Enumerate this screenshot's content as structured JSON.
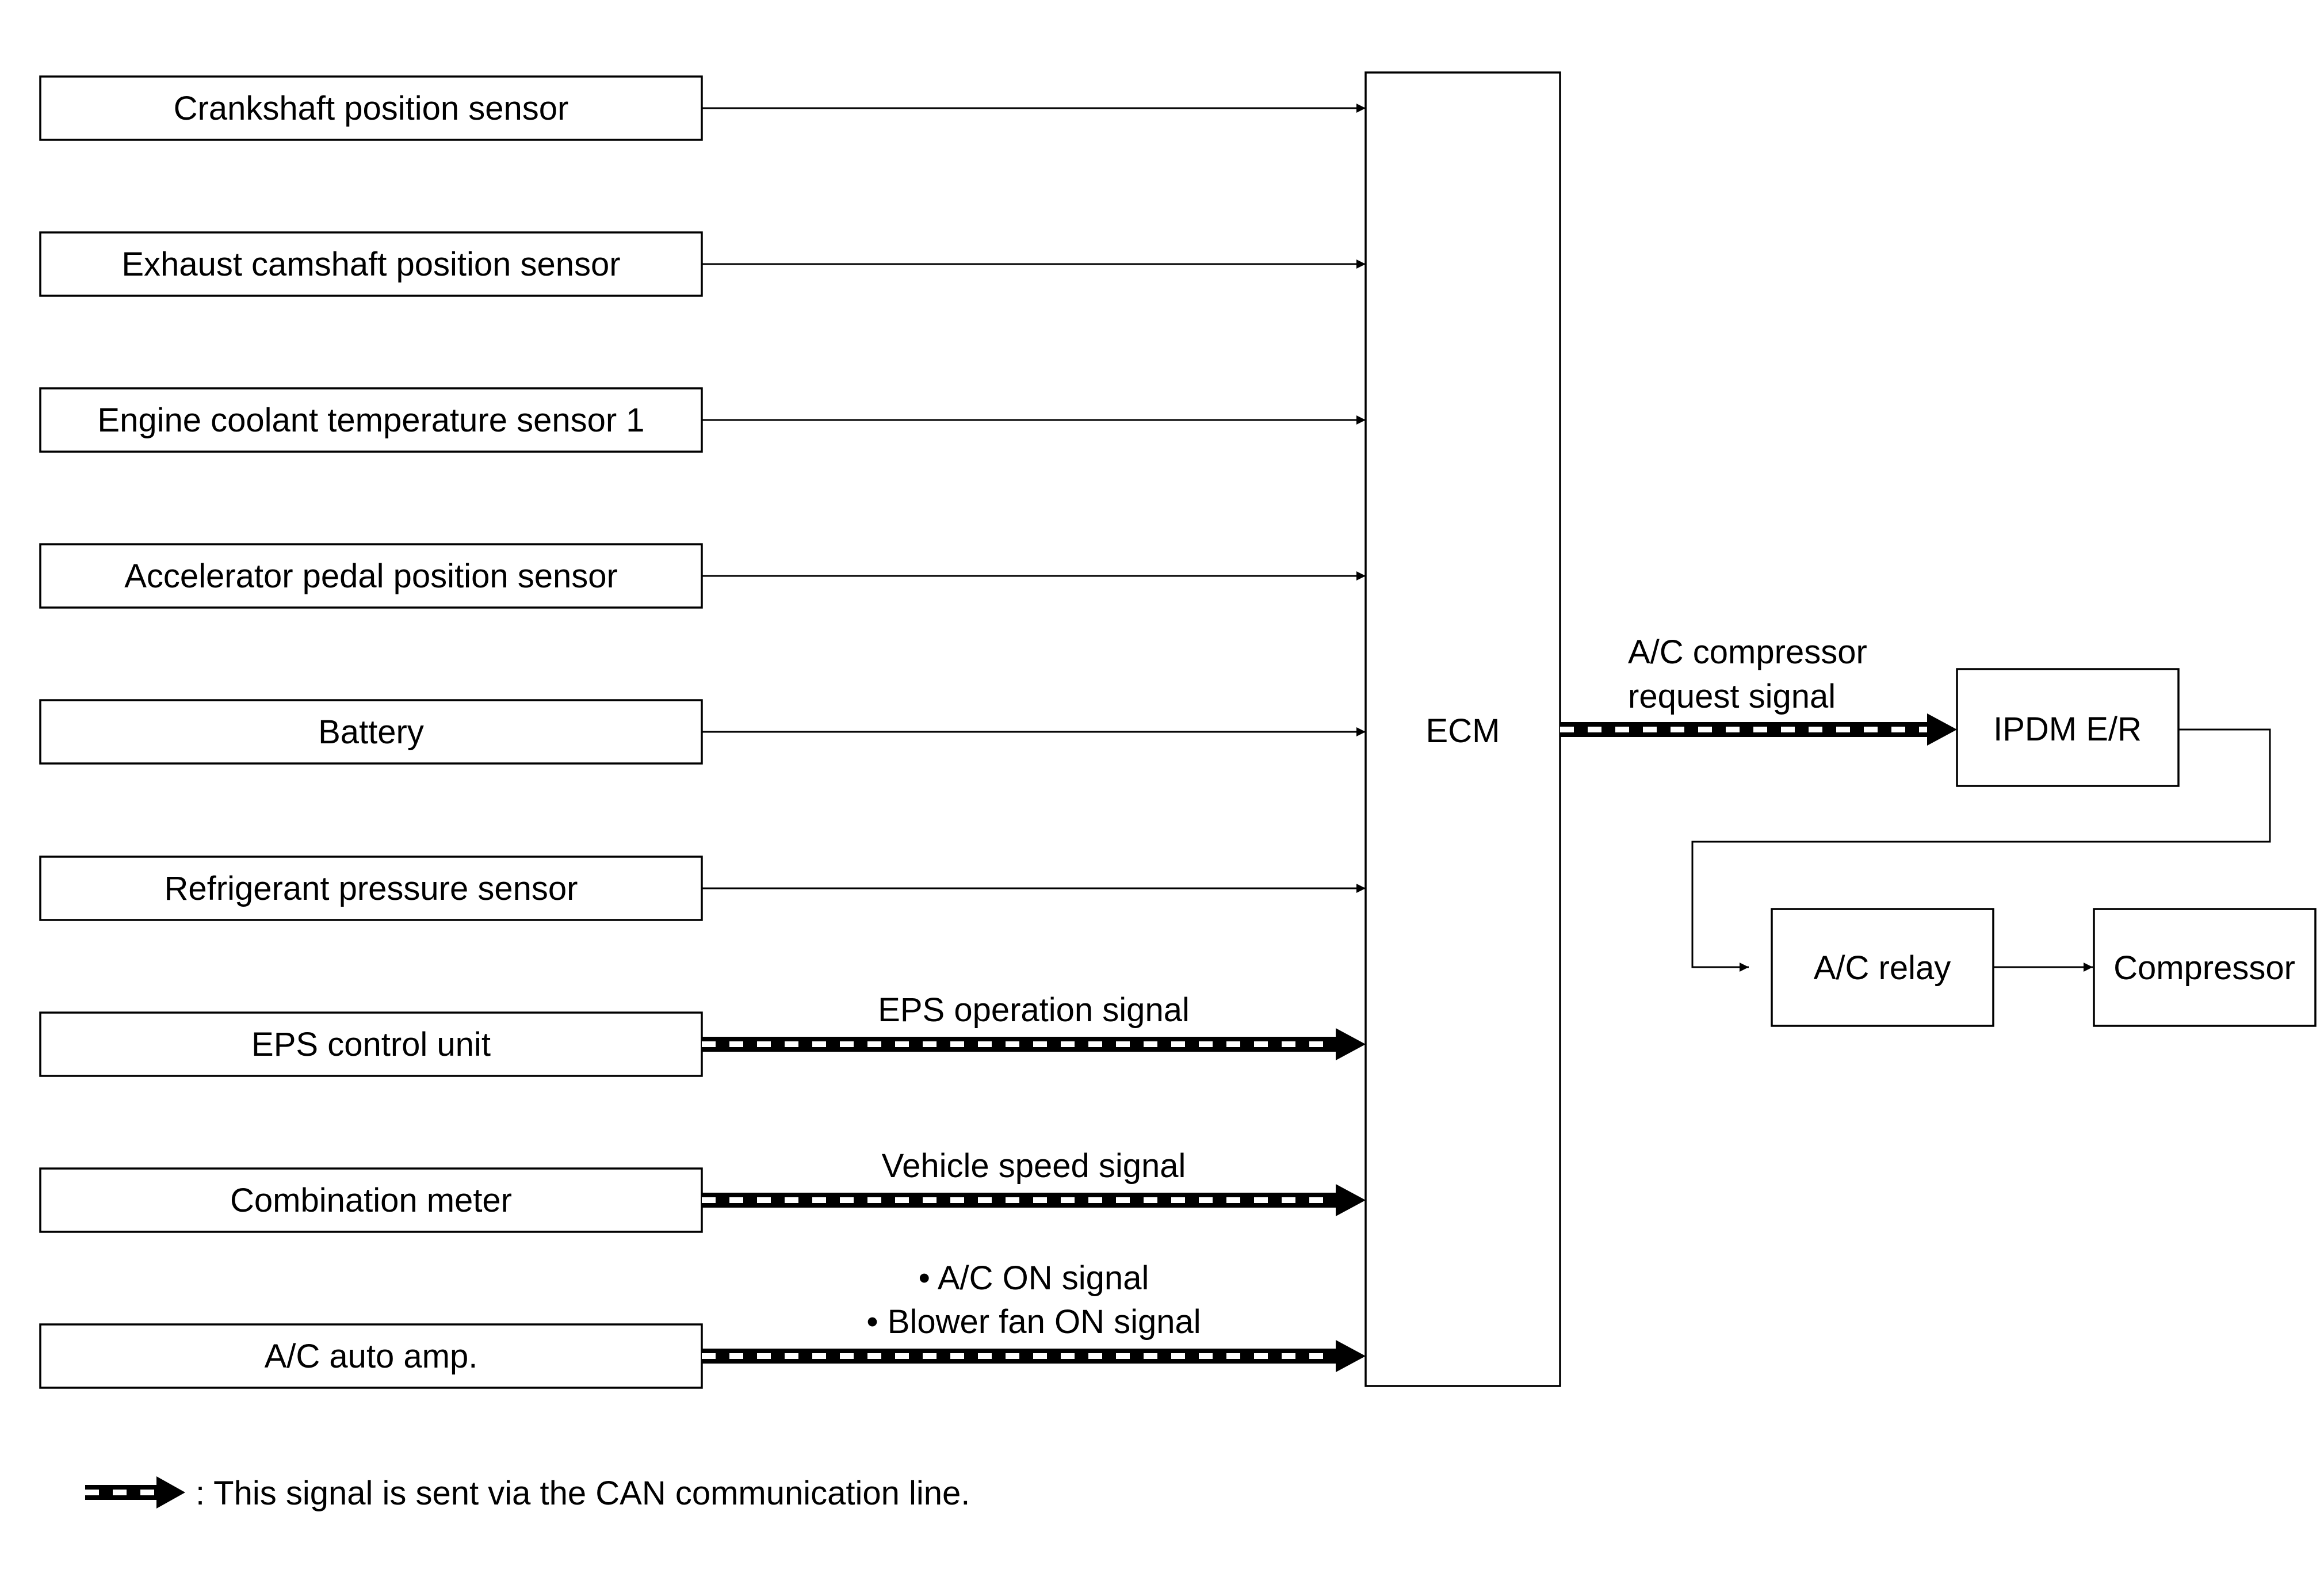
{
  "inputs": [
    {
      "label": "Crankshaft position sensor",
      "signal": "none",
      "signal_label": []
    },
    {
      "label": "Exhaust camshaft position sensor",
      "signal": "none",
      "signal_label": []
    },
    {
      "label": "Engine coolant temperature sensor 1",
      "signal": "none",
      "signal_label": []
    },
    {
      "label": "Accelerator pedal position sensor",
      "signal": "none",
      "signal_label": []
    },
    {
      "label": "Battery",
      "signal": "none",
      "signal_label": []
    },
    {
      "label": "Refrigerant pressure sensor",
      "signal": "none",
      "signal_label": []
    },
    {
      "label": "EPS control unit",
      "signal": "can",
      "signal_label": [
        "EPS operation signal"
      ]
    },
    {
      "label": "Combination meter",
      "signal": "can",
      "signal_label": [
        "Vehicle speed signal"
      ]
    },
    {
      "label": "A/C auto amp.",
      "signal": "can",
      "signal_label": [
        "• A/C ON signal",
        "• Blower fan ON signal"
      ]
    }
  ],
  "ecm": {
    "label": "ECM"
  },
  "outputs": {
    "request_signal": [
      "A/C compressor",
      "request signal"
    ],
    "ipdm": "IPDM E/R",
    "relay": "A/C relay",
    "compressor": "Compressor"
  },
  "legend": {
    "text": ": This signal is sent via the CAN communication line."
  }
}
